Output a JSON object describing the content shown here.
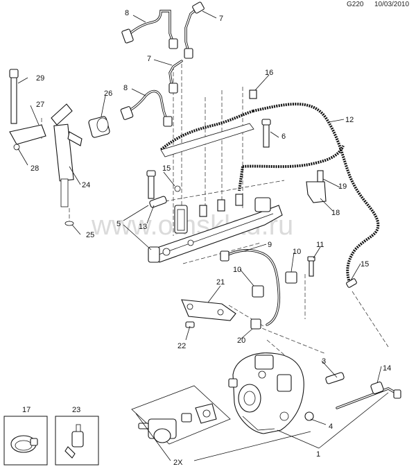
{
  "header": {
    "code": "G220",
    "date": "10/03/2010"
  },
  "watermark": "www.omsklad.ru",
  "callouts": {
    "c1": "1",
    "c2x": "2X",
    "c3": "3",
    "c4": "4",
    "c5": "5",
    "c6": "6",
    "c7a": "7",
    "c7b": "7",
    "c8a": "8",
    "c8b": "8",
    "c9": "9",
    "c10a": "10",
    "c10b": "10",
    "c11": "11",
    "c12": "12",
    "c13": "13",
    "c14": "14",
    "c15a": "15",
    "c15b": "15",
    "c16": "16",
    "c17": "17",
    "c18": "18",
    "c19": "19",
    "c20": "20",
    "c21": "21",
    "c22": "22",
    "c23": "23",
    "c24": "24",
    "c25": "25",
    "c26": "26",
    "c27": "27",
    "c28": "28",
    "c29": "29"
  }
}
